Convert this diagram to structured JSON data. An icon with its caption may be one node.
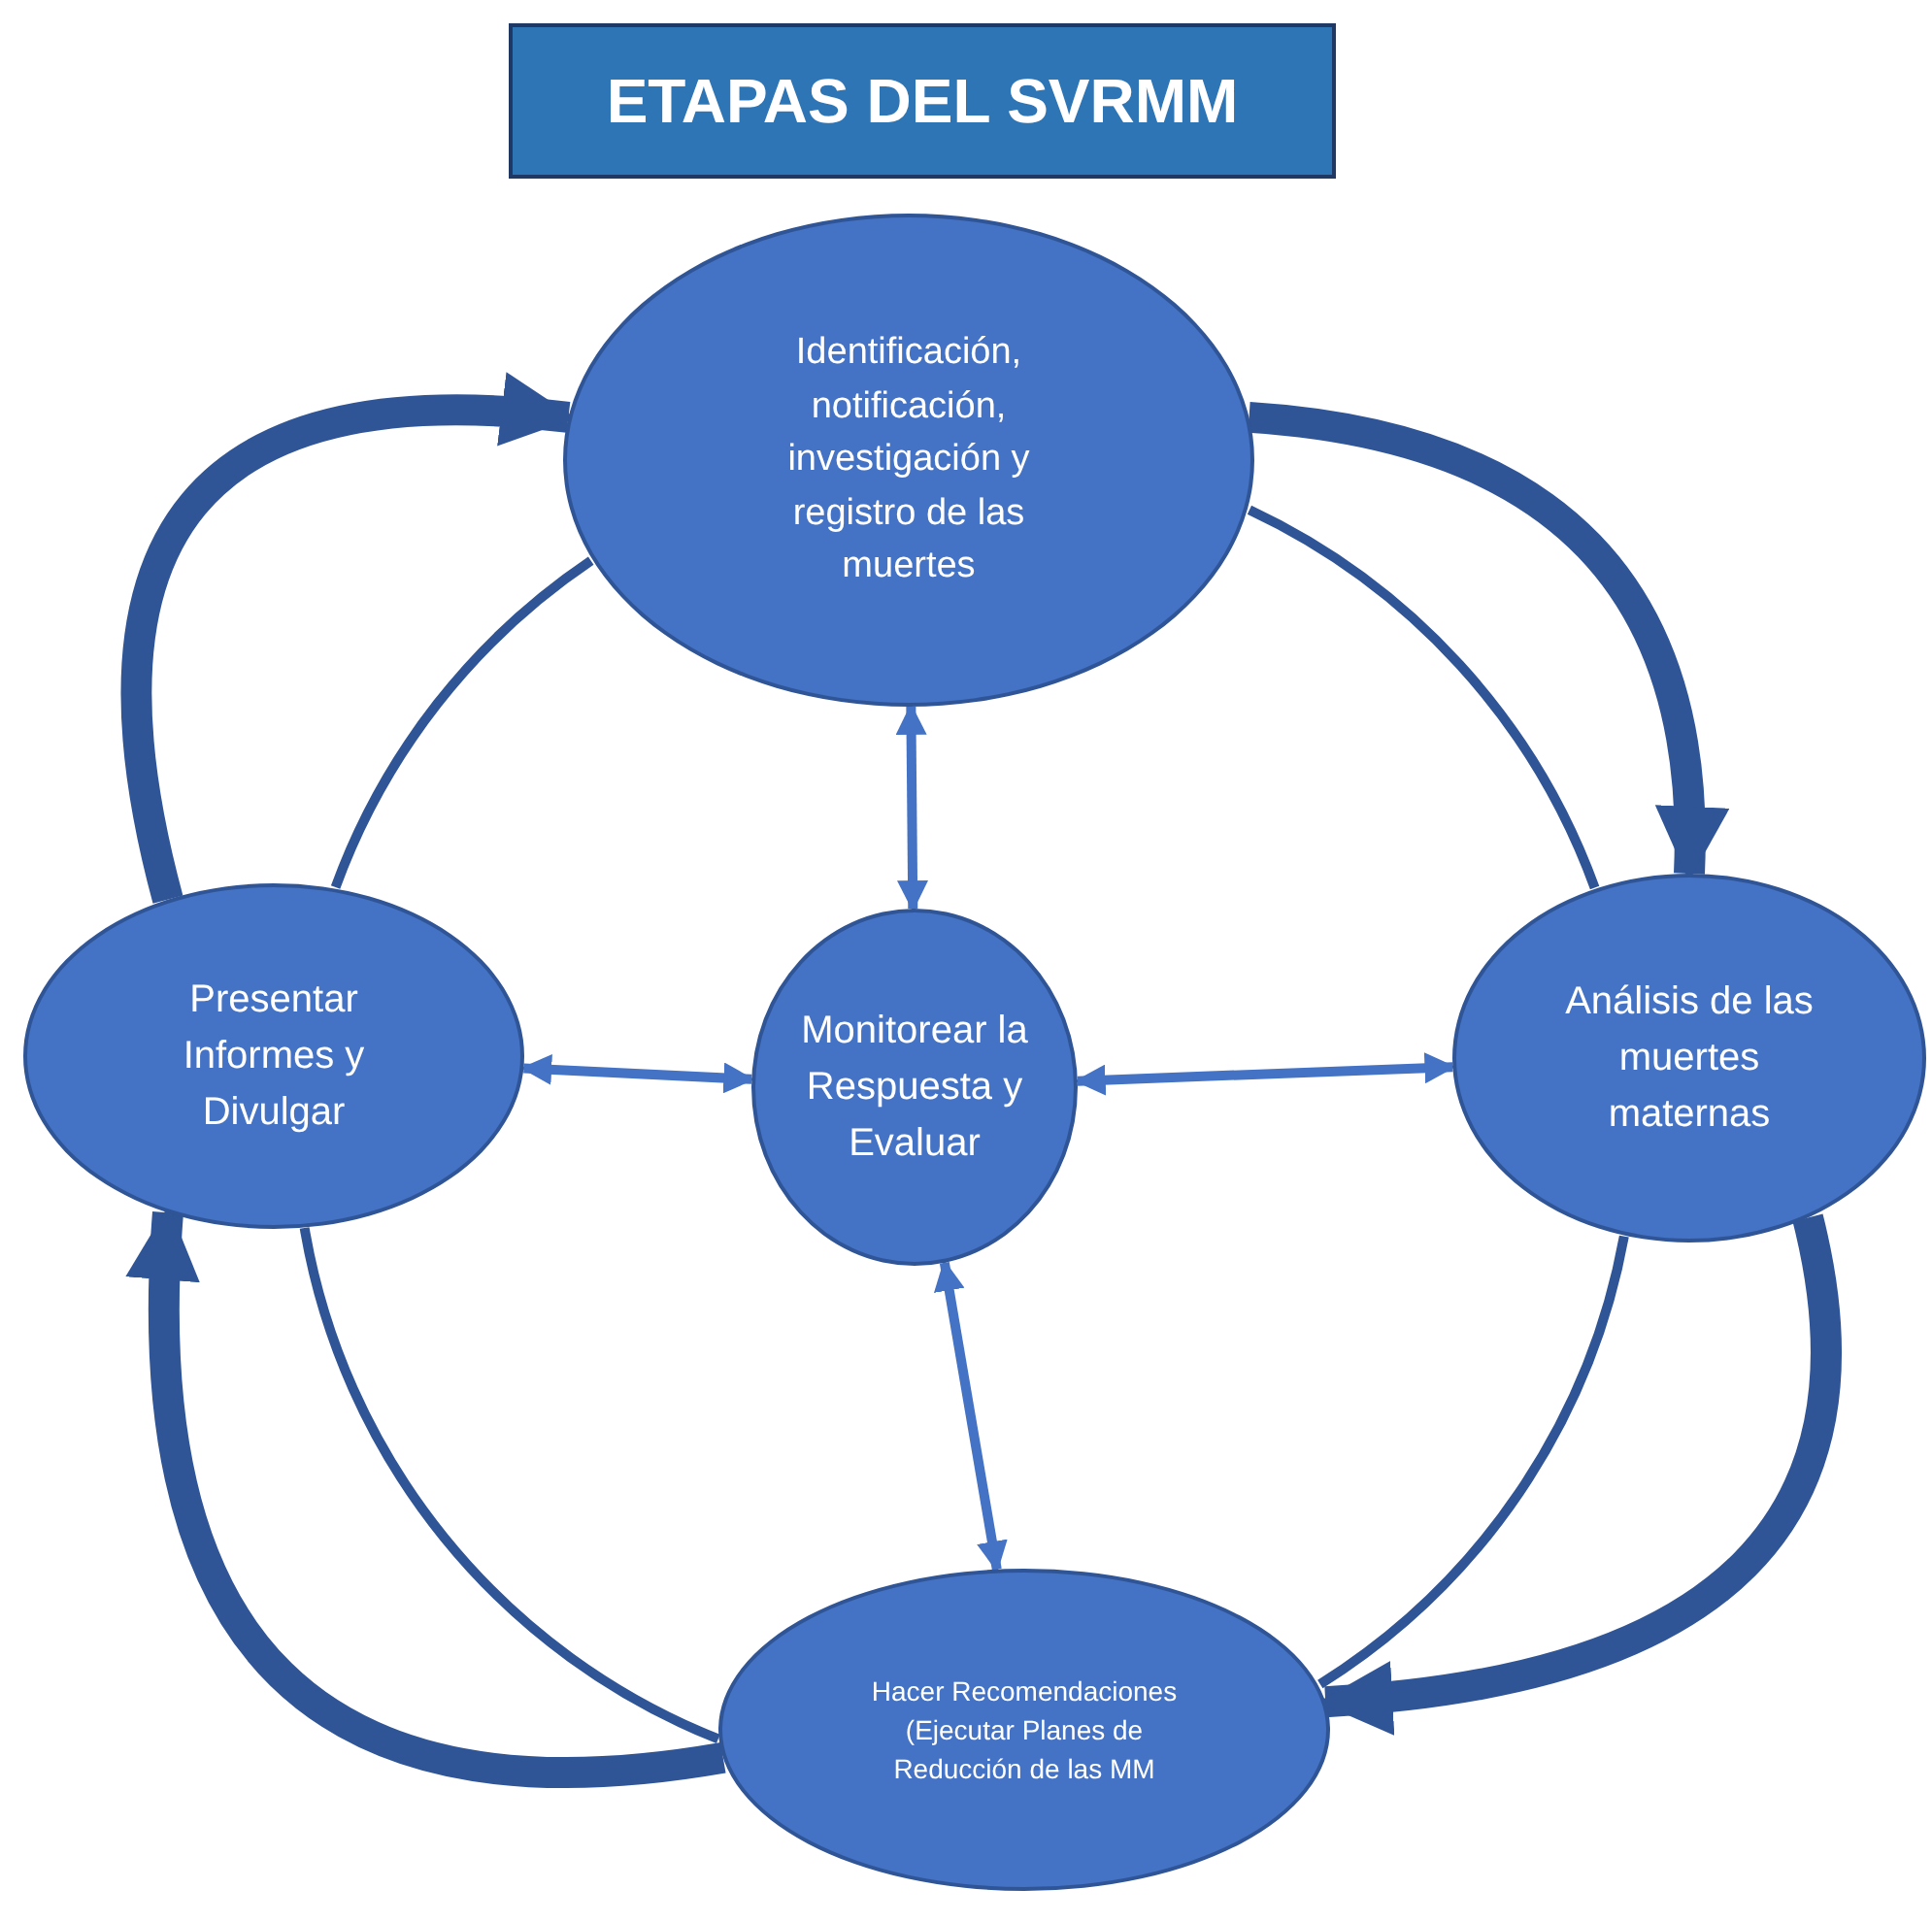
{
  "diagram": {
    "title": "ETAPAS DEL SVRMM",
    "nodes": [
      {
        "text": [
          "Identificación, notificación, investigación y registro de las muertes"
        ]
      },
      {
        "text": [
          "Presentar Informes y Divulgar"
        ]
      },
      {
        "text": [
          "Monitorear la Respuesta y Evaluar"
        ]
      },
      {
        "text": [
          "Análisis de las muertes maternas"
        ]
      },
      {
        "text": [
          "Hacer Recomendaciones (Ejecutar Planes de Reducción de las MM"
        ]
      }
    ],
    "edges": [
      {
        "from": 0,
        "to": 3,
        "arrow": "none"
      },
      {
        "from": 3,
        "to": 4,
        "arrow": "none"
      },
      {
        "from": 4,
        "to": 1,
        "arrow": "none"
      },
      {
        "from": 1,
        "to": 0,
        "arrow": "none"
      },
      {
        "from": 0,
        "to": 3,
        "arrow": "to",
        "style": "thick"
      },
      {
        "from": 3,
        "to": 4,
        "arrow": "to",
        "style": "thick"
      },
      {
        "from": 4,
        "to": 1,
        "arrow": "to",
        "style": "thick"
      },
      {
        "from": 1,
        "to": 0,
        "arrow": "to",
        "style": "thick"
      },
      {
        "from": 2,
        "to": 0,
        "arrow": "both",
        "color": "#4472c4"
      },
      {
        "from": 2,
        "to": 1,
        "arrow": "both",
        "color": "#4472c4"
      },
      {
        "from": 2,
        "to": 3,
        "arrow": "both",
        "color": "#4472c4"
      },
      {
        "from": 2,
        "to": 4,
        "arrow": "both",
        "color": "#4472c4"
      }
    ]
  }
}
